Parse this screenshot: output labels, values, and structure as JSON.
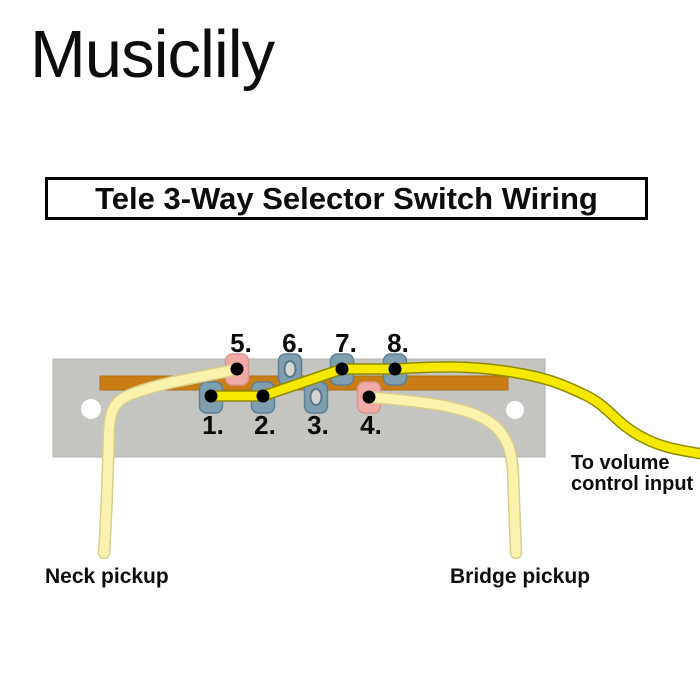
{
  "brand": "Musiclily",
  "title": "Tele 3-Way Selector Switch Wiring",
  "diagram": {
    "top_terminal_labels": [
      "5.",
      "6.",
      "7.",
      "8."
    ],
    "bottom_terminal_labels": [
      "1.",
      "2.",
      "3.",
      "4."
    ],
    "wire_labels": {
      "neck": "Neck pickup",
      "bridge": "Bridge pickup",
      "volume_line1": "To volume",
      "volume_line2": "control input"
    },
    "colors": {
      "switch_body_gray": "#c4c4c1",
      "contact_strip_orange": "#c87d15",
      "terminal_blue": "#7f9eb0",
      "terminal_pink": "#f2aaa7",
      "hot_wire_yellow": "#f7e800",
      "pickup_wire_pale_yellow": "#f9f3ad",
      "solder_dot_black": "#000000",
      "mounting_hole_white": "#ffffff"
    }
  }
}
